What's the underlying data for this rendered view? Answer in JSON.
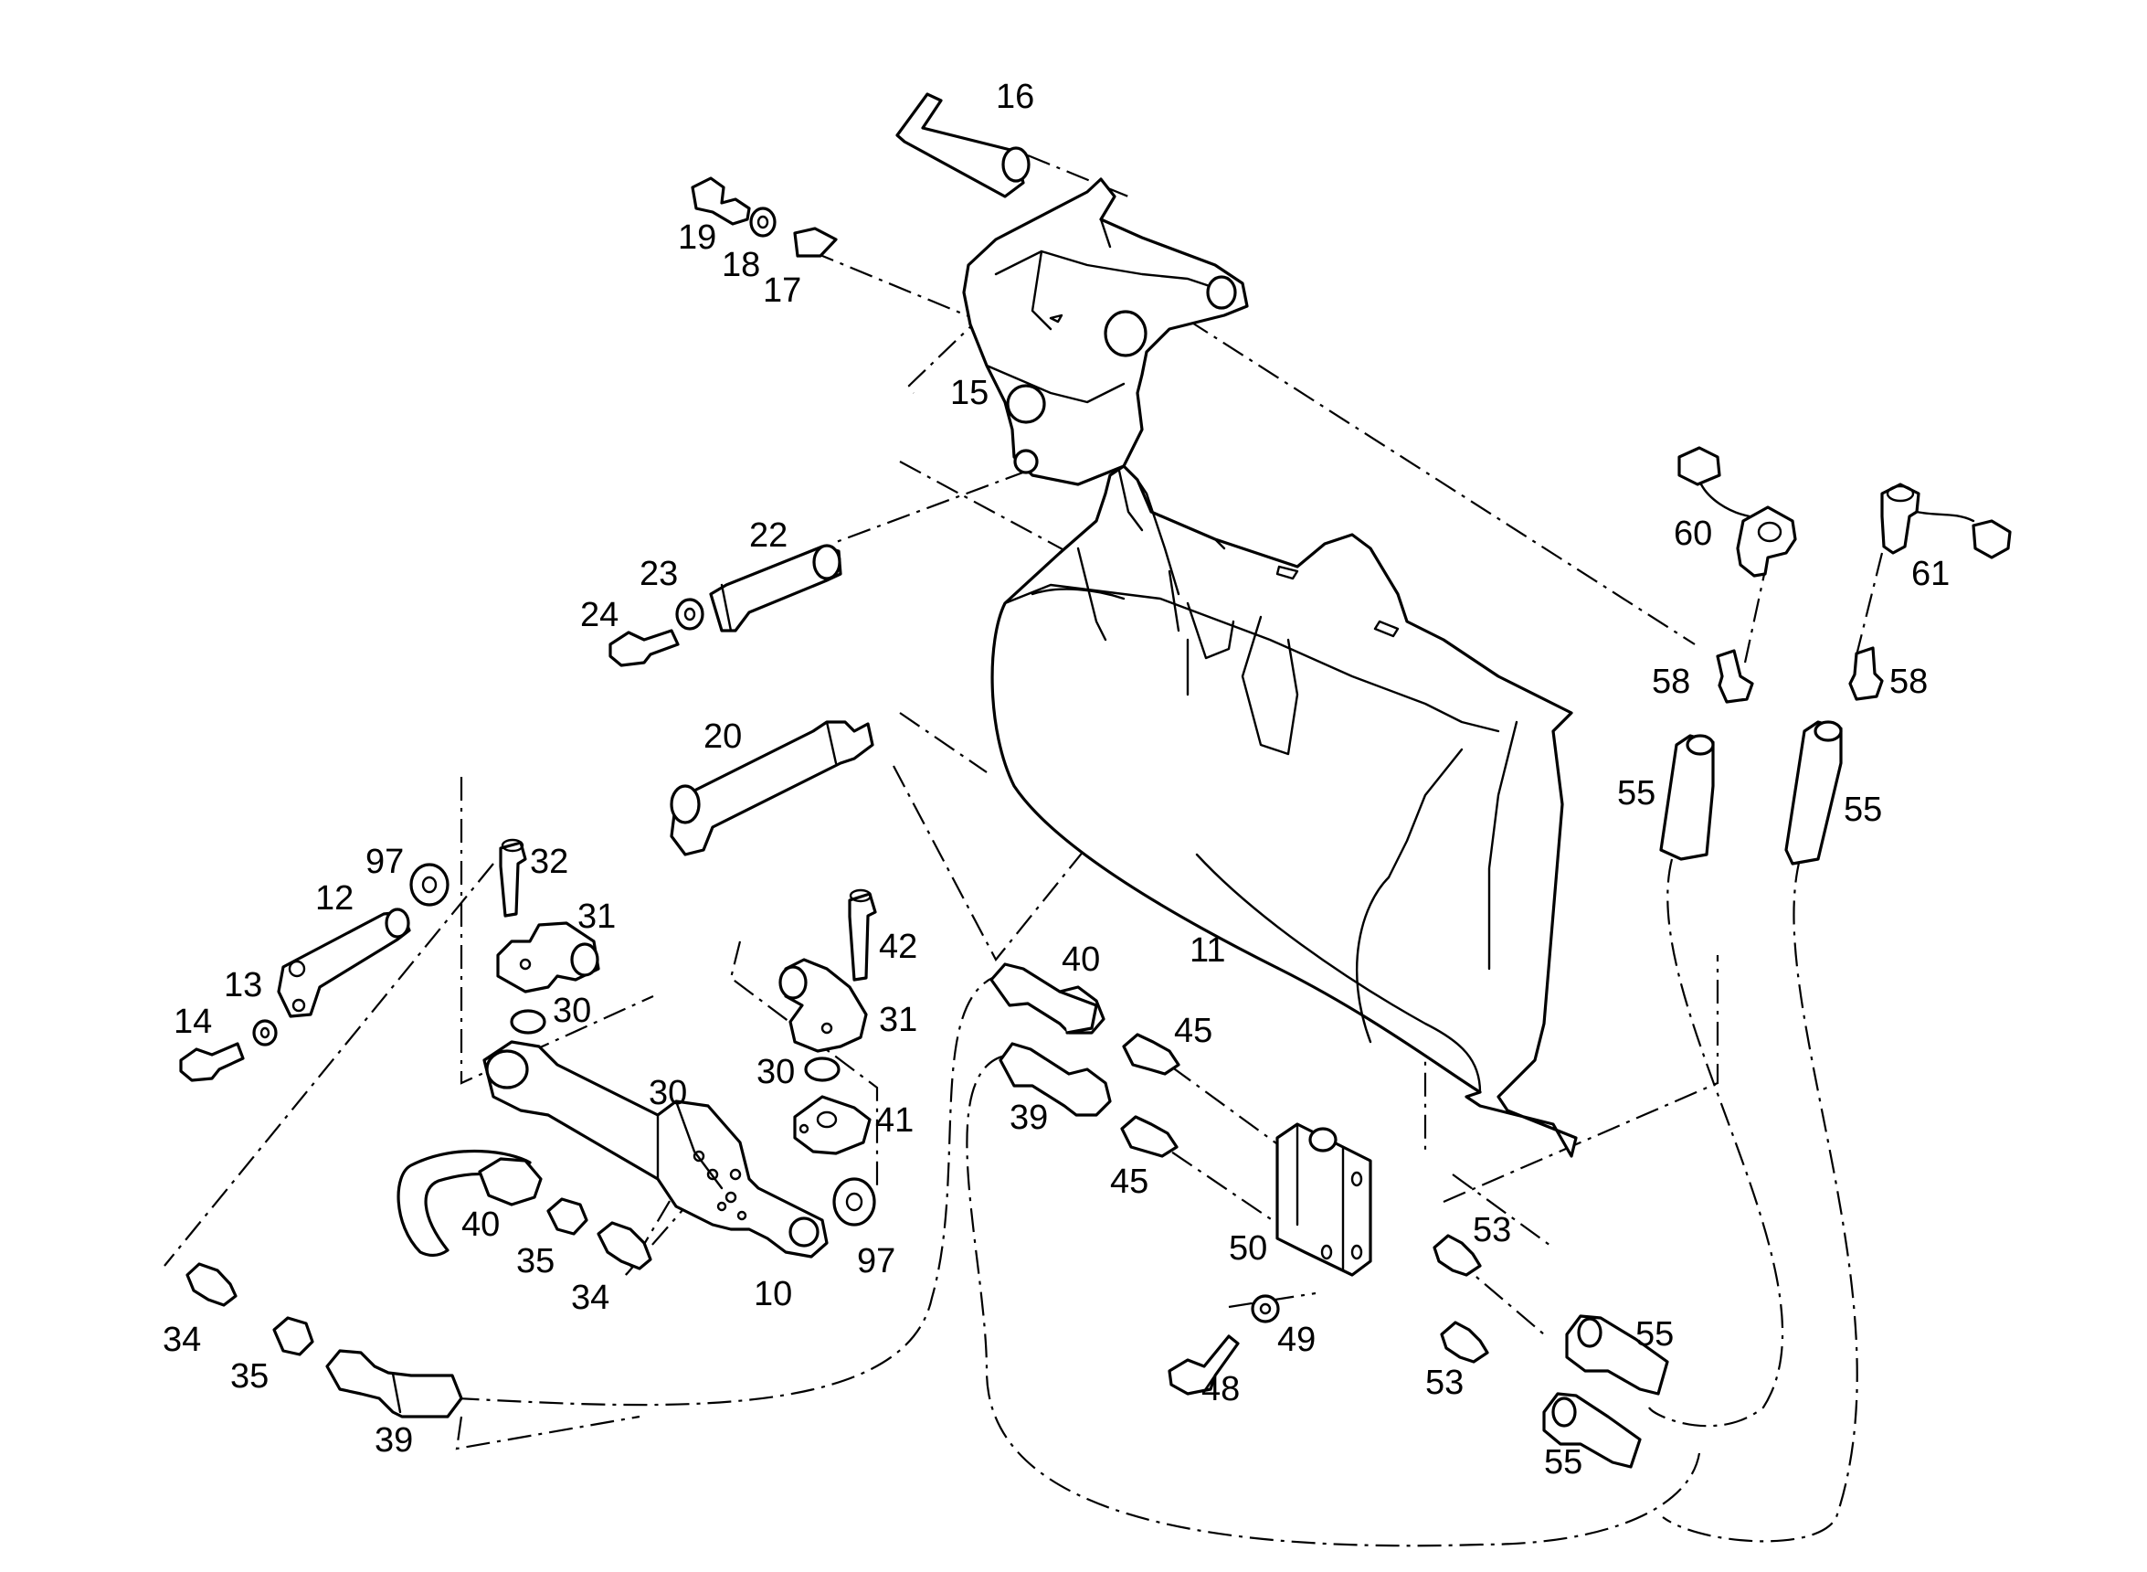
{
  "colors": {
    "ink": "#000000",
    "paper": "#ffffff"
  },
  "labels": {
    "p16": "16",
    "p19": "19",
    "p18": "18",
    "p17": "17",
    "p15": "15",
    "p22": "22",
    "p23": "23",
    "p24": "24",
    "p20": "20",
    "p60": "60",
    "p61": "61",
    "p58a": "58",
    "p58b": "58",
    "p55a": "55",
    "p55b": "55",
    "p97a": "97",
    "p32": "32",
    "p12": "12",
    "p31a": "31",
    "p13": "13",
    "p14": "14",
    "p30a": "30",
    "p42": "42",
    "p31b": "31",
    "p11": "11",
    "p40a": "40",
    "p45a": "45",
    "p30b": "30",
    "p30c": "30",
    "p41": "41",
    "p39a": "39",
    "p45b": "45",
    "p40b": "40",
    "p35a": "35",
    "p34a": "34",
    "p10": "10",
    "p97b": "97",
    "p50": "50",
    "p53a": "53",
    "p49": "49",
    "p48": "48",
    "p53b": "53",
    "p55c": "55",
    "p55d": "55",
    "p34b": "34",
    "p35b": "35",
    "p39b": "39"
  }
}
